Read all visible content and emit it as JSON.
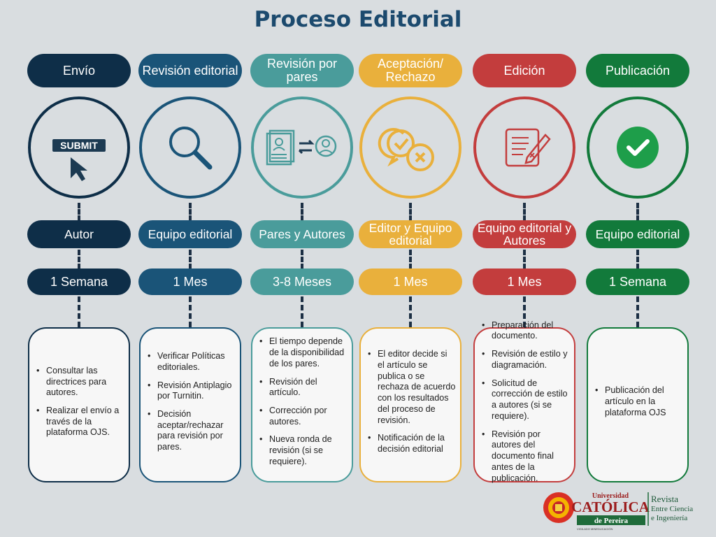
{
  "title": "Proceso Editorial",
  "stages": [
    {
      "name": "Envío",
      "color": "#0e2e48",
      "icon": "submit-icon",
      "role": "Autor",
      "time": "1 Semana",
      "border": "#0e2e48",
      "items": [
        "Consultar las directrices para autores.",
        "Realizar el envío a través de la plataforma OJS."
      ]
    },
    {
      "name": "Revisión editorial",
      "color": "#1a5478",
      "icon": "magnifier-icon",
      "role": "Equipo editorial",
      "time": "1 Mes",
      "border": "#1a5478",
      "items": [
        "Verificar Políticas editoriales.",
        "Revisión Antiplagio por Turnitin.",
        "Decisión aceptar/rechazar para revisión por pares."
      ]
    },
    {
      "name": "Revisión por pares",
      "color": "#4a9c9b",
      "icon": "peer-review-icon",
      "role": "Pares y Autores",
      "time": "3-8 Meses",
      "border": "#4a9c9b",
      "items": [
        "El tiempo depende de la disponibilidad de los pares.",
        "Revisión del artículo.",
        "Corrección por autores.",
        "Nueva ronda de revisión (si se requiere)."
      ]
    },
    {
      "name": "Aceptación/ Rechazo",
      "color": "#e9b03c",
      "icon": "accept-reject-icon",
      "role": "Editor y Equipo editorial",
      "time": "1 Mes",
      "border": "#e9b03c",
      "items": [
        "El editor decide si el artículo se publica o se rechaza  de acuerdo con los resultados del proceso de revisión.",
        "Notificación de la decisión editorial"
      ]
    },
    {
      "name": "Edición",
      "color": "#c33d3d",
      "icon": "editing-icon",
      "role": "Equipo editorial y Autores",
      "time": "1 Mes",
      "border": "#c33d3d",
      "items": [
        "Preparación del documento.",
        "Revisión de estilo y diagramación.",
        "Solicitud de corrección de estilo a autores  (si se requiere).",
        "Revisión por autores del documento final antes de la publicación."
      ]
    },
    {
      "name": "Publicación",
      "color": "#127a3b",
      "icon": "check-icon",
      "role": "Equipo editorial",
      "time": "1 Semana",
      "border": "#127a3b",
      "items": [
        "Publicación del artículo en la plataforma OJS"
      ]
    }
  ],
  "icon_text": {
    "submit": "SUBMIT"
  },
  "logo": {
    "line1": "Universidad",
    "line2": "CATÓLICA",
    "line3": "de Pereira",
    "tag1": "Revista",
    "tag2": "Entre Ciencia",
    "tag3": "e Ingeniería",
    "fineprint": "VIGILADO MINEDUCACIÓN"
  }
}
